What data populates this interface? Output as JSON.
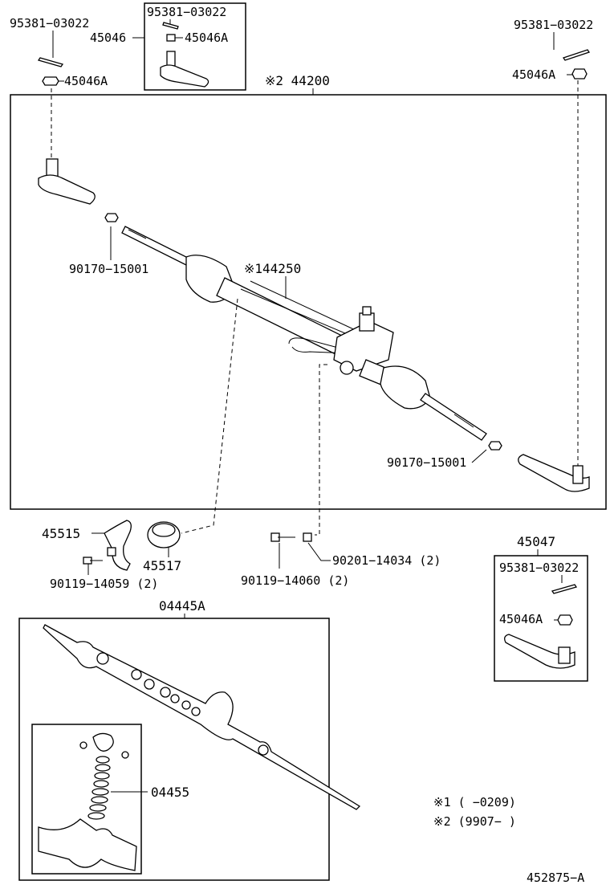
{
  "labels": {
    "clip_tl": "95381−03022",
    "end_l": "45046",
    "clip_box": "95381−03022",
    "nut_box": "45046A",
    "nut_tl": "45046A",
    "main_asm": "※2 44200",
    "clip_tr": "95381−03022",
    "nut_tr": "45046A",
    "nut_inner_l": "90170−15001",
    "gear_housing": "※144250",
    "nut_inner_r": "90170−15001",
    "bracket": "45515",
    "grommet": "45517",
    "bolt_left": "90119−14059 (2)",
    "bolt_mid": "90119−14060 (2)",
    "nut_mid": "90201−14034 (2)",
    "end_r": "45047",
    "clip_br": "95381−03022",
    "nut_br": "45046A",
    "gasket_kit": "04445A",
    "seal_kit": "04455",
    "note1": "※1 (     −0209)",
    "note2": "※2 (9907−      )",
    "fig_code": "452875−A"
  }
}
